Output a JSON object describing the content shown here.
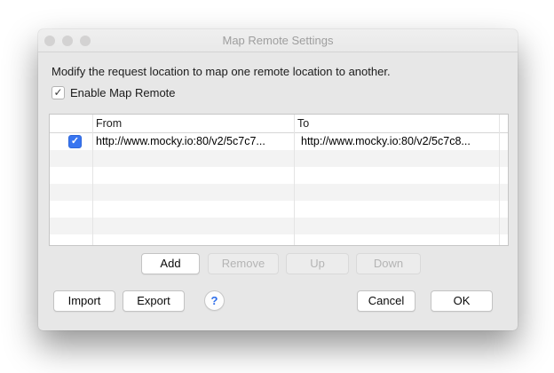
{
  "window": {
    "title": "Map Remote Settings",
    "traffic_lights": {
      "close": "close",
      "minimize": "minimize",
      "zoom": "zoom"
    }
  },
  "description": "Modify the request location to map one remote location to another.",
  "enable_checkbox": {
    "label": "Enable Map Remote",
    "checked": true
  },
  "icons": {
    "check": "✓",
    "help": "?"
  },
  "table": {
    "columns": {
      "checkbox": "",
      "from": "From",
      "to": "To"
    },
    "rows": [
      {
        "enabled": true,
        "from": "http://www.mocky.io:80/v2/5c7c7...",
        "to": "http://www.mocky.io:80/v2/5c7c8..."
      }
    ],
    "empty_row_count": 6
  },
  "list_buttons": {
    "add": {
      "label": "Add",
      "enabled": true
    },
    "remove": {
      "label": "Remove",
      "enabled": false
    },
    "up": {
      "label": "Up",
      "enabled": false
    },
    "down": {
      "label": "Down",
      "enabled": false
    }
  },
  "footer_buttons": {
    "import": "Import",
    "export": "Export",
    "help": "?",
    "cancel": "Cancel",
    "ok": "OK"
  },
  "colors": {
    "row_checkbox_blue": "#3875f0",
    "help_blue": "#2d6dea",
    "dialog_background": "#e7e7e7",
    "titlebar_background": "#ececec",
    "inactive_title_text": "#9e9e9e",
    "stripe_gray": "#f3f3f3"
  }
}
